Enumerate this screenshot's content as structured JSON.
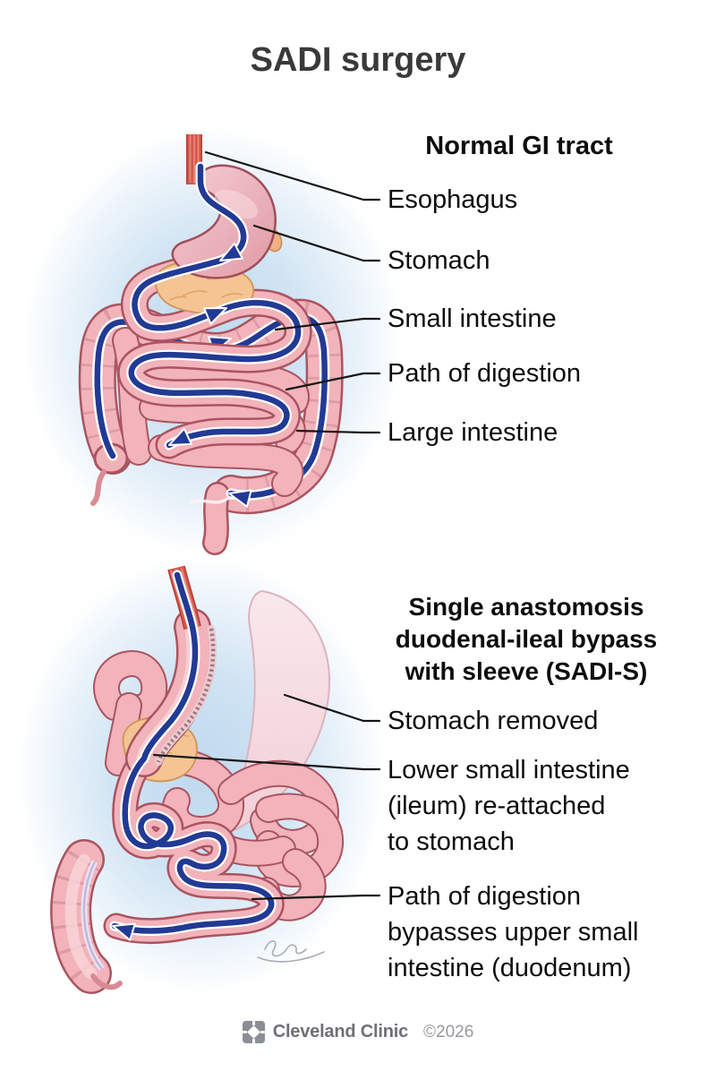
{
  "title": "SADI surgery",
  "sections": [
    {
      "heading_lines": [
        "Normal GI tract"
      ],
      "labels": [
        [
          "Esophagus"
        ],
        [
          "Stomach"
        ],
        [
          "Small intestine"
        ],
        [
          "Path of digestion"
        ],
        [
          "Large intestine"
        ]
      ]
    },
    {
      "heading_lines": [
        "Single anastomosis",
        "duodenal-ileal bypass",
        "with sleeve (SADI-S)"
      ],
      "labels": [
        [
          "Stomach removed"
        ],
        [
          "Lower small intestine",
          "(ileum) re-attached",
          "to stomach"
        ],
        [
          "Path of digestion",
          "bypasses upper small",
          "intestine (duodenum)"
        ]
      ]
    }
  ],
  "footer": {
    "brand": "Cleveland Clinic",
    "copyright": "©2026",
    "logo_icon": "cleveland-clinic-logo"
  },
  "colors": {
    "digestion_path_blue": "#223a94",
    "organ_pink": "#f2b3ba",
    "organ_outline": "#aa5460",
    "pancreas_tan": "#f5c493",
    "esophagus_red": "#d4574b",
    "background_glow": "#c3dcef",
    "leader_line": "#161616",
    "brand_gray": "#6e7075"
  }
}
